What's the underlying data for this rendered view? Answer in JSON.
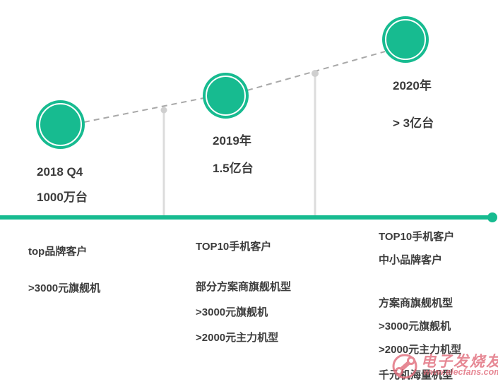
{
  "timeline": {
    "milestones": [
      {
        "year": "2018 Q4",
        "volume": "1000万台"
      },
      {
        "year": "2019年",
        "volume": "1.5亿台"
      },
      {
        "year": "2020年",
        "volume": "> 3亿台"
      }
    ],
    "columns": [
      {
        "items": [
          "top品牌客户",
          ">3000元旗舰机"
        ]
      },
      {
        "items": [
          "TOP10手机客户",
          "部分方案商旗舰机型",
          ">3000元旗舰机",
          ">2000元主力机型"
        ]
      },
      {
        "items": [
          "TOP10手机客户",
          "中小品牌客户",
          "方案商旗舰机型",
          ">3000元旗舰机",
          ">2000元主力机型",
          "千元机海量机型"
        ]
      }
    ]
  },
  "watermark": {
    "brand": "电子发烧友",
    "url": "www.elecfans.com"
  },
  "colors": {
    "accent": "#17bb90",
    "dash_line": "#a8a8a8",
    "guide_line": "#dcdcdc",
    "guide_cap": "#cfcfcf",
    "text": "#3c3c3c",
    "watermark": "#e16b7a"
  }
}
